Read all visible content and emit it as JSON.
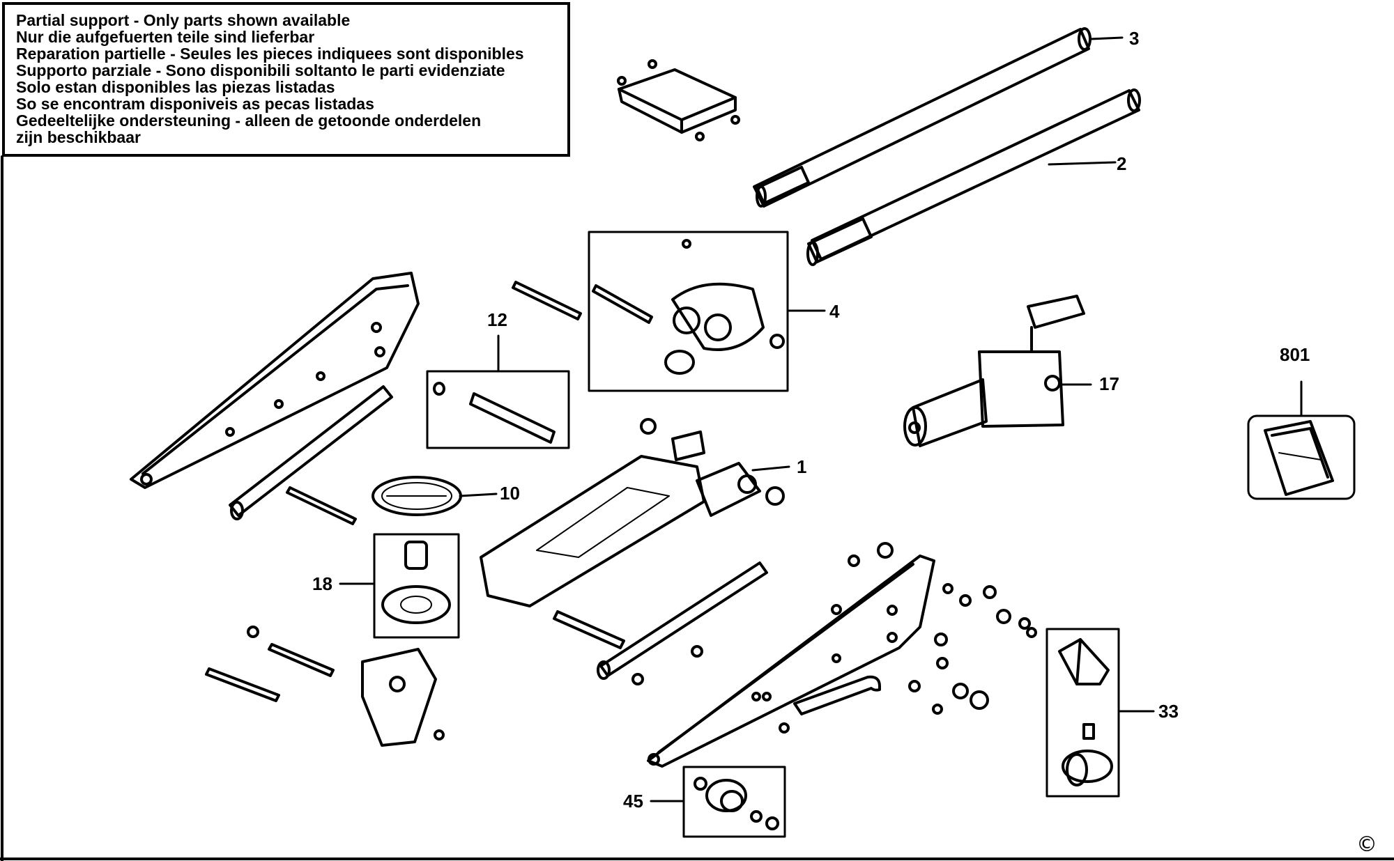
{
  "notice": {
    "lines": [
      "Partial support - Only parts shown available",
      "Nur die aufgefuerten teile sind lieferbar",
      "Reparation partielle - Seules les pieces indiquees sont disponibles",
      "Supporto parziale - Sono disponibili soltanto le parti evidenziate",
      "Solo estan disponibles las piezas listadas",
      "So se encontram disponiveis as pecas listadas",
      "Gedeeltelijke ondersteuning - alleen de getoonde onderdelen",
      "zijn beschikbaar"
    ]
  },
  "parts": {
    "p1": "1",
    "p2": "2",
    "p3": "3",
    "p4": "4",
    "p10": "10",
    "p12": "12",
    "p17": "17",
    "p18": "18",
    "p33": "33",
    "p45": "45",
    "p801": "801"
  },
  "copyright": "©"
}
